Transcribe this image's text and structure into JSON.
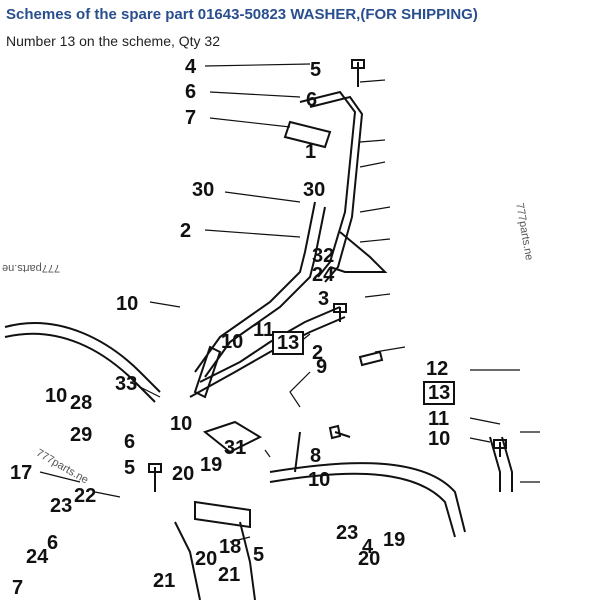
{
  "header": {
    "title": "Schemes of the spare part 01643-50823 WASHER,(FOR SHIPPING)",
    "subtitle": "Number 13 on the scheme, Qty 32"
  },
  "colors": {
    "title": "#2a4f8f",
    "text": "#222222",
    "drawing": "#111111"
  },
  "watermark": "777parts.ne",
  "callouts": {
    "c4": "4",
    "c6a": "6",
    "c7": "7",
    "c5a": "5",
    "c6b": "6",
    "c1": "1",
    "c30a": "30",
    "c30b": "30",
    "c2": "2",
    "c32": "32",
    "c24a": "24",
    "c3": "3",
    "c10a": "10",
    "c11a": "11",
    "c10b": "10",
    "c13a": "13",
    "c2b": "2",
    "c9": "9",
    "c12": "12",
    "c13b": "13",
    "c11b": "11",
    "c10c": "10",
    "c33": "33",
    "c10d": "10",
    "c28": "28",
    "c29": "29",
    "c6c": "6",
    "c10e": "10",
    "c31": "31",
    "c8": "8",
    "c10f": "10",
    "c17": "17",
    "c5b": "5",
    "c20a": "20",
    "c19a": "19",
    "c23a": "23",
    "c22": "22",
    "c18": "18",
    "c5c": "5",
    "c20b": "20",
    "c21a": "21",
    "c21b": "21",
    "c23b": "23",
    "c4b": "4",
    "c19b": "19",
    "c20c": "20",
    "c24b": "24",
    "c6d": "6",
    "c7b": "7"
  }
}
